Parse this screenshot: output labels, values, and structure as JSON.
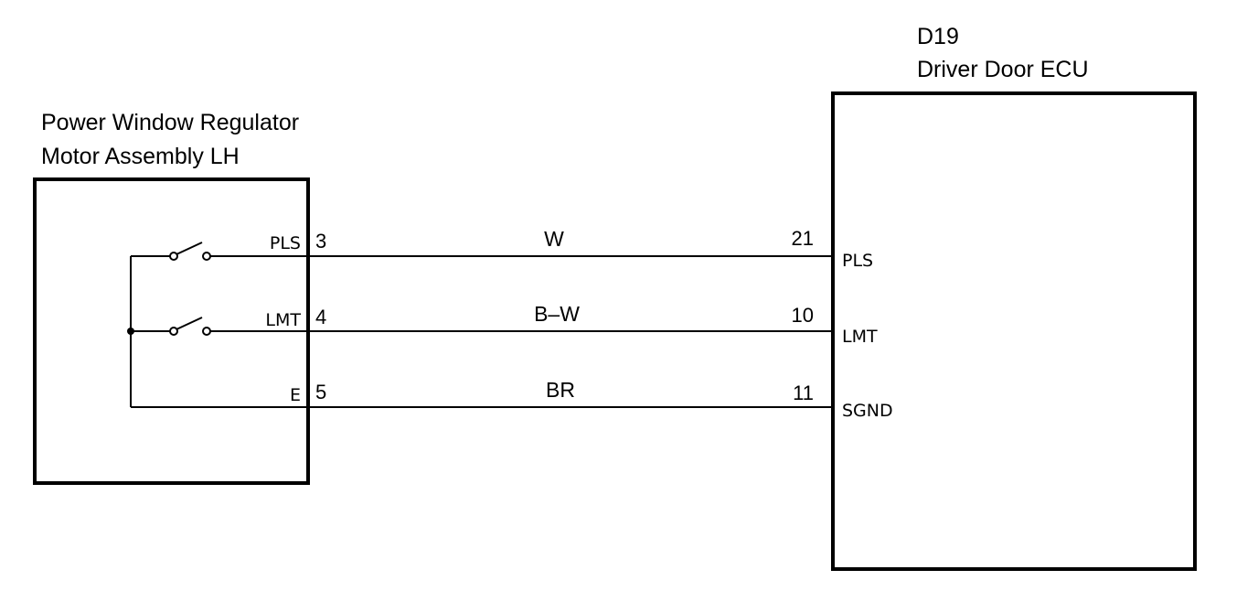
{
  "motor": {
    "name_line1": "Power Window Regulator",
    "name_line2": "Motor Assembly LH",
    "terminals": [
      {
        "signal": "PLS",
        "pin": "3"
      },
      {
        "signal": "LMT",
        "pin": "4"
      },
      {
        "signal": "E",
        "pin": "5"
      }
    ]
  },
  "ecu": {
    "code": "D19",
    "name": "Driver Door ECU",
    "terminals": [
      {
        "signal": "PLS",
        "pin": "21"
      },
      {
        "signal": "LMT",
        "pin": "10"
      },
      {
        "signal": "SGND",
        "pin": "11"
      }
    ]
  },
  "wires": [
    {
      "color": "W"
    },
    {
      "color": "B–W"
    },
    {
      "color": "BR"
    }
  ]
}
